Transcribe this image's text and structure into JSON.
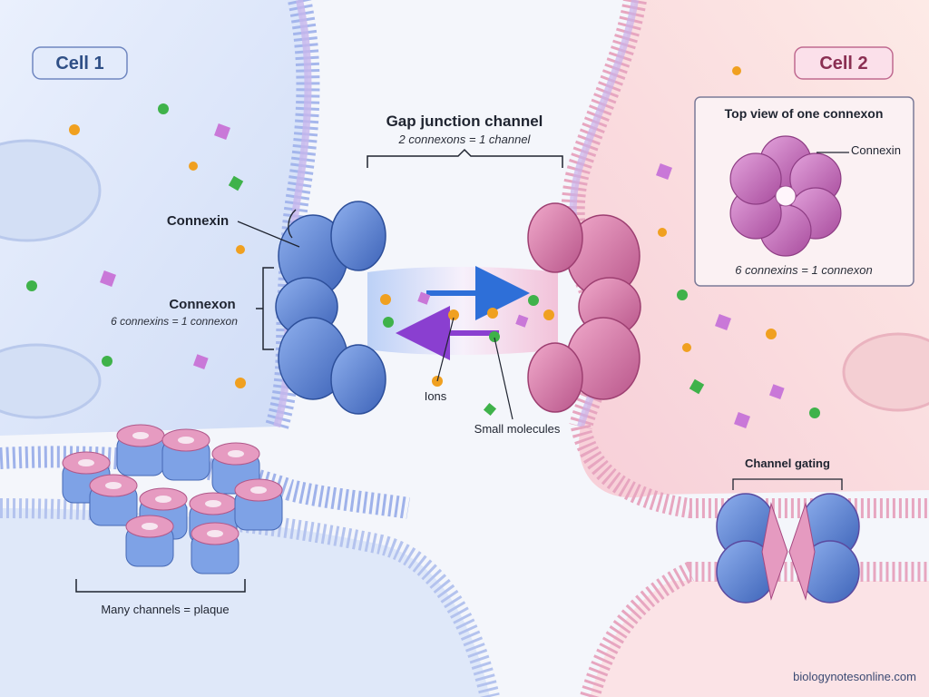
{
  "title": "Gap junction channel",
  "subtitle": "2 connexons = 1 channel",
  "cell_left": {
    "label": "Cell 1",
    "color": "#2f4f86",
    "fill": "#e8eefb"
  },
  "cell_right": {
    "label": "Cell 2",
    "color": "#8a2f52",
    "fill": "#fde7ee"
  },
  "labels": {
    "connexin": "Connexin",
    "connexon": "Connexon",
    "connexon_note": "6 connexins = 1 connexon",
    "ions": "Ions",
    "small_molecules": "Small molecules",
    "plaque": "Many channels = plaque",
    "gating": "Channel gating"
  },
  "inset": {
    "title": "Top view of one connexon",
    "connexin_label": "Connexin",
    "note": "6 connexins = 1 connexon"
  },
  "watermark": "biologynotesonline.com",
  "colors": {
    "blue_protein": "#5b86d6",
    "pink_protein": "#d97aa8",
    "inset_protein": "#c86ab9",
    "membrane_blue": "#8ea6e6",
    "membrane_pink": "#e8a0bc",
    "arrow_right": "#2e6fd8",
    "arrow_left": "#8a3fd0",
    "ion": "#f0a020",
    "molecule": "#3fb24a",
    "cube": "#c978d8"
  }
}
